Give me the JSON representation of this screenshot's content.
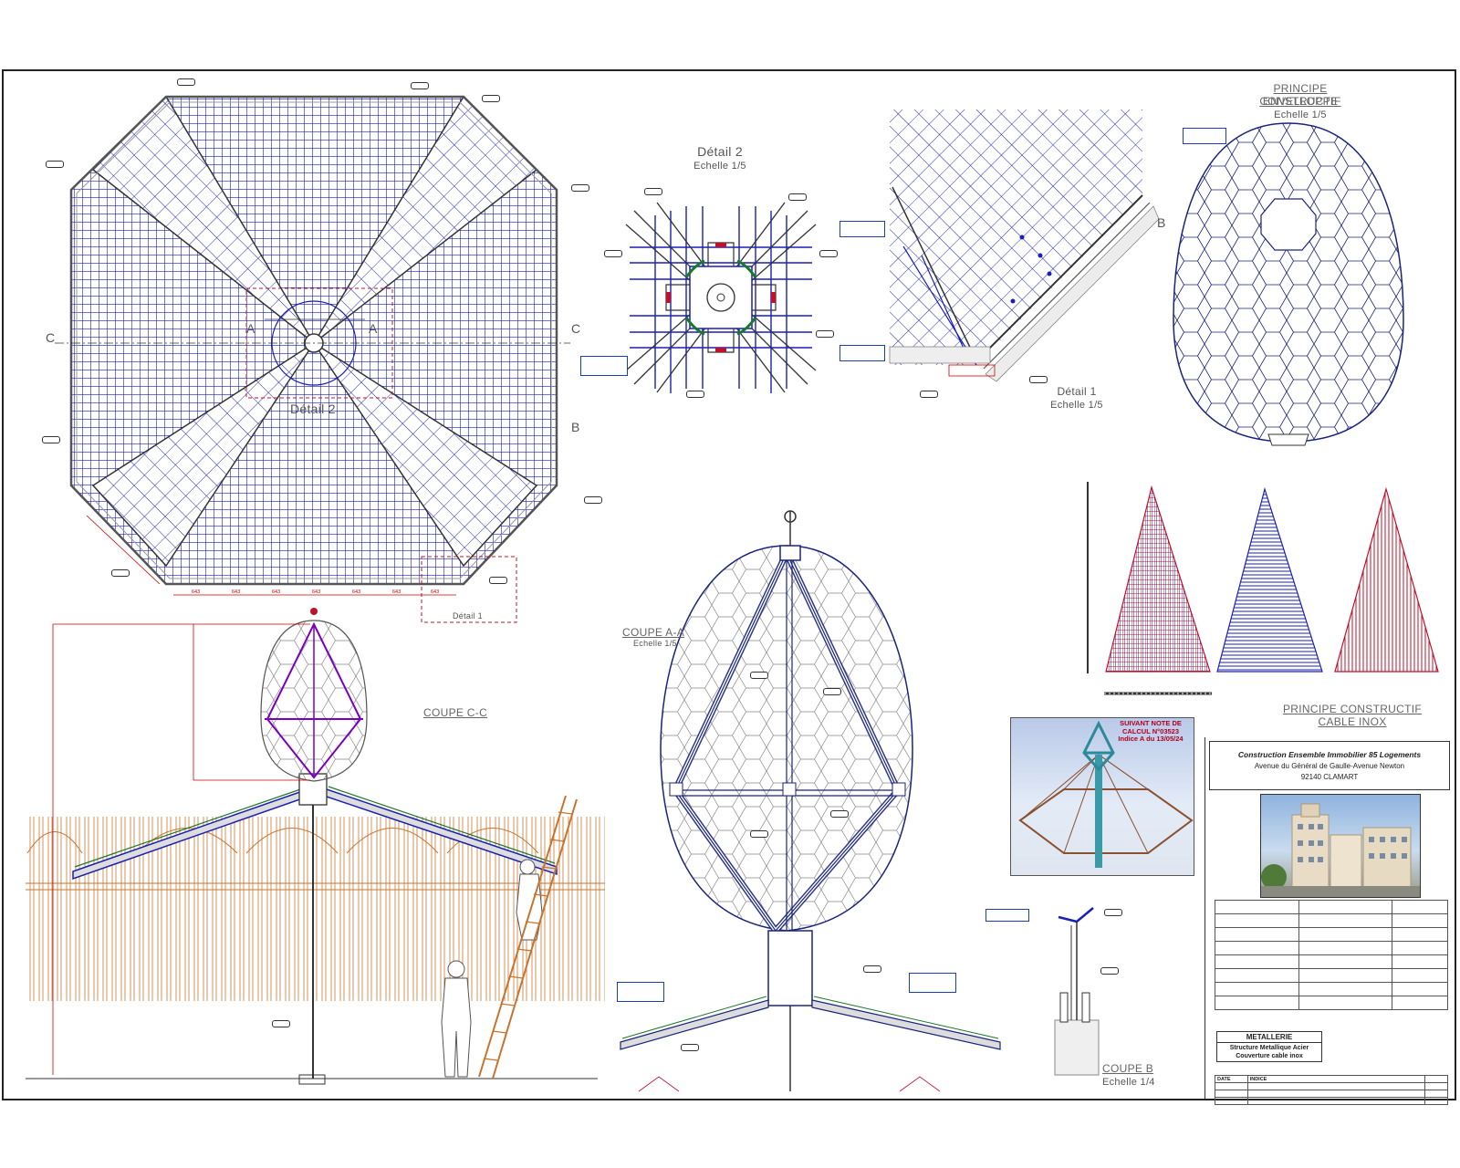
{
  "plan": {
    "sections": [
      "A",
      "A",
      "B",
      "B",
      "C",
      "C"
    ],
    "detail_label": "Détail 2",
    "detail1_ref": "Détail 1",
    "dims": [
      "643",
      "643",
      "643",
      "643",
      "643",
      "643",
      "643"
    ]
  },
  "detail2": {
    "title": "Détail 2",
    "scale": "Echelle 1/5"
  },
  "detail1": {
    "title": "Détail 1",
    "scale": "Echelle 1/5"
  },
  "principe_env": {
    "title_l1": "PRINCIPE CONSTRUCTIF",
    "title_l2": "ENVELLOPPE",
    "scale": "Echelle 1/5"
  },
  "principe_cable": {
    "title_l1": "PRINCIPE CONSTRUCTIF",
    "title_l2": "CABLE INOX"
  },
  "coupe_cc": {
    "title": "COUPE C-C"
  },
  "coupe_aa": {
    "title": "COUPE A-A",
    "scale": "Echelle 1/5"
  },
  "coupe_b": {
    "title": "COUPE B",
    "scale": "Echelle 1/4"
  },
  "render_note": {
    "l1": "SUIVANT NOTE DE",
    "l2": "CALCUL N°03523",
    "l3": "Indice A du 13/05/24"
  },
  "titleblock": {
    "l1": "Construction Ensemble Immobilier 85 Logements",
    "l2": "Avenue du Général de Gaulle-Avenue Newton",
    "l3": "92140 CLAMART",
    "met_h": "METALLERIE",
    "met_s1": "Structure Metallique Acier",
    "met_s2": "Couverture cable inox",
    "rev_h1": "DATE",
    "rev_h2": "INDICE"
  },
  "colors": {
    "frame": "#222222",
    "cable_blue": "#1a1fb5",
    "cable_red": "#c0102a",
    "dim_red": "#d00000",
    "structure_gray": "#444444",
    "fence_orange": "#c8742e"
  }
}
